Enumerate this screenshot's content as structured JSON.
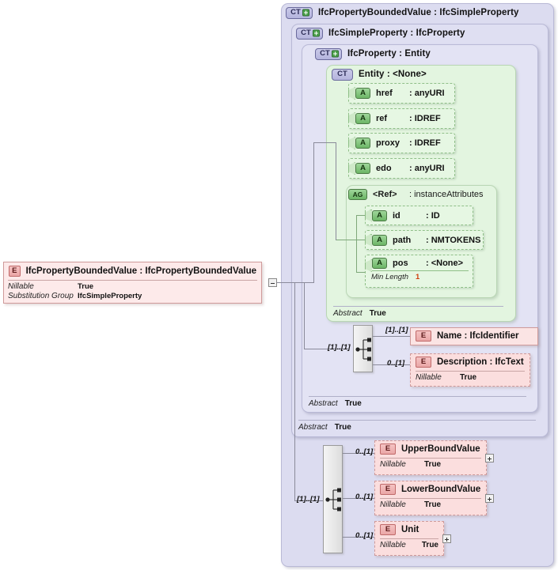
{
  "diagram": {
    "kind": "xsd-schema-diagram",
    "root_element": {
      "badge": "E",
      "title": "IfcPropertyBoundedValue : IfcPropertyBoundedValue",
      "properties": [
        {
          "key": "Nillable",
          "value": "True"
        },
        {
          "key": "Substitution Group",
          "value": "IfcSimpleProperty"
        }
      ],
      "toggle": "minus"
    },
    "containers": [
      {
        "badge": "CT+",
        "title": "IfcPropertyBoundedValue : IfcSimpleProperty",
        "abstract_key": "",
        "abstract_value": ""
      },
      {
        "badge": "CT+",
        "title": "IfcSimpleProperty : IfcProperty",
        "abstract_key": "Abstract",
        "abstract_value": "True"
      },
      {
        "badge": "CT+",
        "title": "IfcProperty : Entity",
        "abstract_key": "Abstract",
        "abstract_value": "True"
      },
      {
        "badge": "CT",
        "title": "Entity    : <None>",
        "abstract_key": "Abstract",
        "abstract_value": "True"
      }
    ],
    "entity_attributes": [
      {
        "badge": "A",
        "name": "href",
        "type": ": anyURI"
      },
      {
        "badge": "A",
        "name": "ref",
        "type": ": IDREF"
      },
      {
        "badge": "A",
        "name": "proxy",
        "type": ": IDREF"
      },
      {
        "badge": "A",
        "name": "edo",
        "type": ": anyURI"
      }
    ],
    "attribute_group": {
      "badge": "AG",
      "name": "<Ref>",
      "type": ": instanceAttributes",
      "attributes": [
        {
          "badge": "A",
          "name": "id",
          "type": ": ID",
          "facet_key": "",
          "facet_value": ""
        },
        {
          "badge": "A",
          "name": "path",
          "type": ": NMTOKENS",
          "facet_key": "",
          "facet_value": ""
        },
        {
          "badge": "A",
          "name": "pos",
          "type": ": <None>",
          "facet_key": "Min Length",
          "facet_value": "1"
        }
      ]
    },
    "property_sequence": {
      "compositor": "sequence",
      "cardinality": "[1]..[1]",
      "children": [
        {
          "badge": "E",
          "title": "Name     : IfcIdentifier",
          "cardinality": "[1]..[1]",
          "optional": false,
          "properties": []
        },
        {
          "badge": "E",
          "title": "Description : IfcText",
          "cardinality": "0..[1]",
          "optional": true,
          "properties": [
            {
              "key": "Nillable",
              "value": "True"
            }
          ]
        }
      ]
    },
    "bounded_sequence": {
      "compositor": "sequence",
      "cardinality": "[1]..[1]",
      "children": [
        {
          "badge": "E",
          "title": "UpperBoundValue",
          "cardinality": "0..[1]",
          "optional": true,
          "toggle": "plus",
          "properties": [
            {
              "key": "Nillable",
              "value": "True"
            }
          ]
        },
        {
          "badge": "E",
          "title": "LowerBoundValue",
          "cardinality": "0..[1]",
          "optional": true,
          "toggle": "plus",
          "properties": [
            {
              "key": "Nillable",
              "value": "True"
            }
          ]
        },
        {
          "badge": "E",
          "title": "Unit",
          "cardinality": "0..[1]",
          "optional": true,
          "toggle": "plus",
          "properties": [
            {
              "key": "Nillable",
              "value": "True"
            }
          ]
        }
      ]
    },
    "colors": {
      "complex_type_panel": "#dcdcf0",
      "entity_panel": "#e3f5e0",
      "element_box": "#fbe4e4",
      "attribute_box": "#e6f7e3",
      "facet_value": "#d04010",
      "connector": "#8a8a9a"
    }
  }
}
